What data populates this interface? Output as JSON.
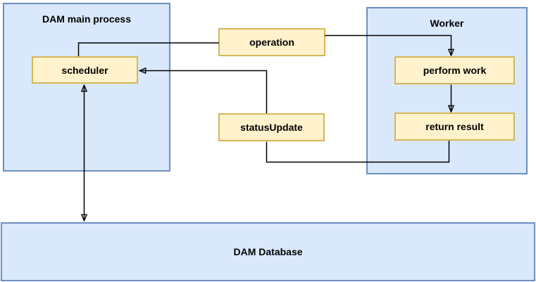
{
  "diagram": {
    "containers": {
      "main_process": {
        "label": "DAM main process"
      },
      "worker": {
        "label": "Worker"
      },
      "database": {
        "label": "DAM Database"
      }
    },
    "nodes": {
      "scheduler": {
        "label": "scheduler"
      },
      "operation": {
        "label": "operation"
      },
      "status_update": {
        "label": "statusUpdate"
      },
      "perform_work": {
        "label": "perform work"
      },
      "return_result": {
        "label": "return result"
      }
    },
    "edges": [
      {
        "from": "scheduler",
        "to": "operation",
        "arrow": "none"
      },
      {
        "from": "operation",
        "to": "perform_work",
        "arrow": "end"
      },
      {
        "from": "perform_work",
        "to": "return_result",
        "arrow": "end"
      },
      {
        "from": "return_result",
        "to": "status_update",
        "arrow": "none"
      },
      {
        "from": "status_update",
        "to": "scheduler",
        "arrow": "end"
      },
      {
        "from": "scheduler",
        "to": "database",
        "arrow": "both"
      }
    ],
    "colors": {
      "container_fill": "#dae8fc",
      "container_border": "#6c8ebf",
      "node_fill": "#fff2cc",
      "node_border": "#d6b656",
      "connector": "#000000",
      "text": "#000000",
      "background": "#ffffff"
    }
  }
}
